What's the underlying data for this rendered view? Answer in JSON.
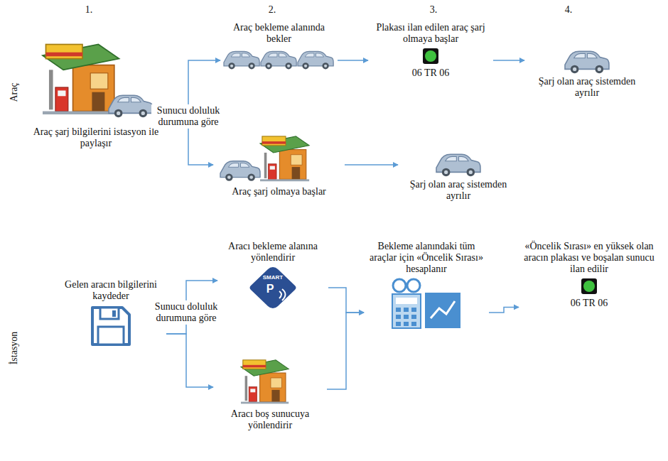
{
  "diagram": {
    "nodes": [
      {
        "text": [
          "Araç şarj bilgilerini istasyon ile paylaşır"
        ]
      },
      {
        "text": [
          "Araç bekleme alanında bekler"
        ]
      },
      {
        "text": [
          "Plakası ilan edilen araç şarj olmaya başlar",
          "06 TR 06"
        ]
      },
      {
        "text": [
          "Şarj olan araç sistemden ayrılır"
        ]
      },
      {
        "text": [
          "Araç şarj olmaya başlar"
        ]
      },
      {
        "text": [
          "Şarj olan araç sistemden ayrılır"
        ]
      },
      {
        "text": [
          "Gelen aracın bilgilerini kaydeder"
        ]
      },
      {
        "text": [
          "Aracı bekleme alanına yönlendirir"
        ]
      },
      {
        "text": [
          "Aracı boş sunucuya yönlendirir"
        ]
      },
      {
        "text": [
          "Bekleme alanındaki tüm araçlar için «Öncelik Sırası» hesaplanır"
        ]
      },
      {
        "text": [
          "«Öncelik Sırası» en yüksek olan aracın plakası ve boşalan sunucu ilan edilir",
          "06 TR 06"
        ]
      }
    ],
    "edges": [
      {
        "from": 0,
        "to": 1,
        "arrow": "to",
        "label": "Sunucu doluluk durumuna göre"
      },
      {
        "from": 0,
        "to": 4,
        "arrow": "to"
      },
      {
        "from": 1,
        "to": 2,
        "arrow": "to"
      },
      {
        "from": 2,
        "to": 3,
        "arrow": "to"
      },
      {
        "from": 4,
        "to": 5,
        "arrow": "to"
      },
      {
        "from": 6,
        "to": 7,
        "arrow": "to",
        "label": "Sunucu doluluk durumuna göre"
      },
      {
        "from": 6,
        "to": 8,
        "arrow": "to"
      },
      {
        "from": 7,
        "to": 9,
        "arrow": "to"
      },
      {
        "from": 8,
        "to": 9,
        "arrow": "to"
      },
      {
        "from": 9,
        "to": 10,
        "arrow": "to"
      }
    ],
    "labels": [
      "1.",
      "2.",
      "3.",
      "4.",
      "Araç",
      "İstasyon",
      "SMART",
      "P"
    ]
  }
}
